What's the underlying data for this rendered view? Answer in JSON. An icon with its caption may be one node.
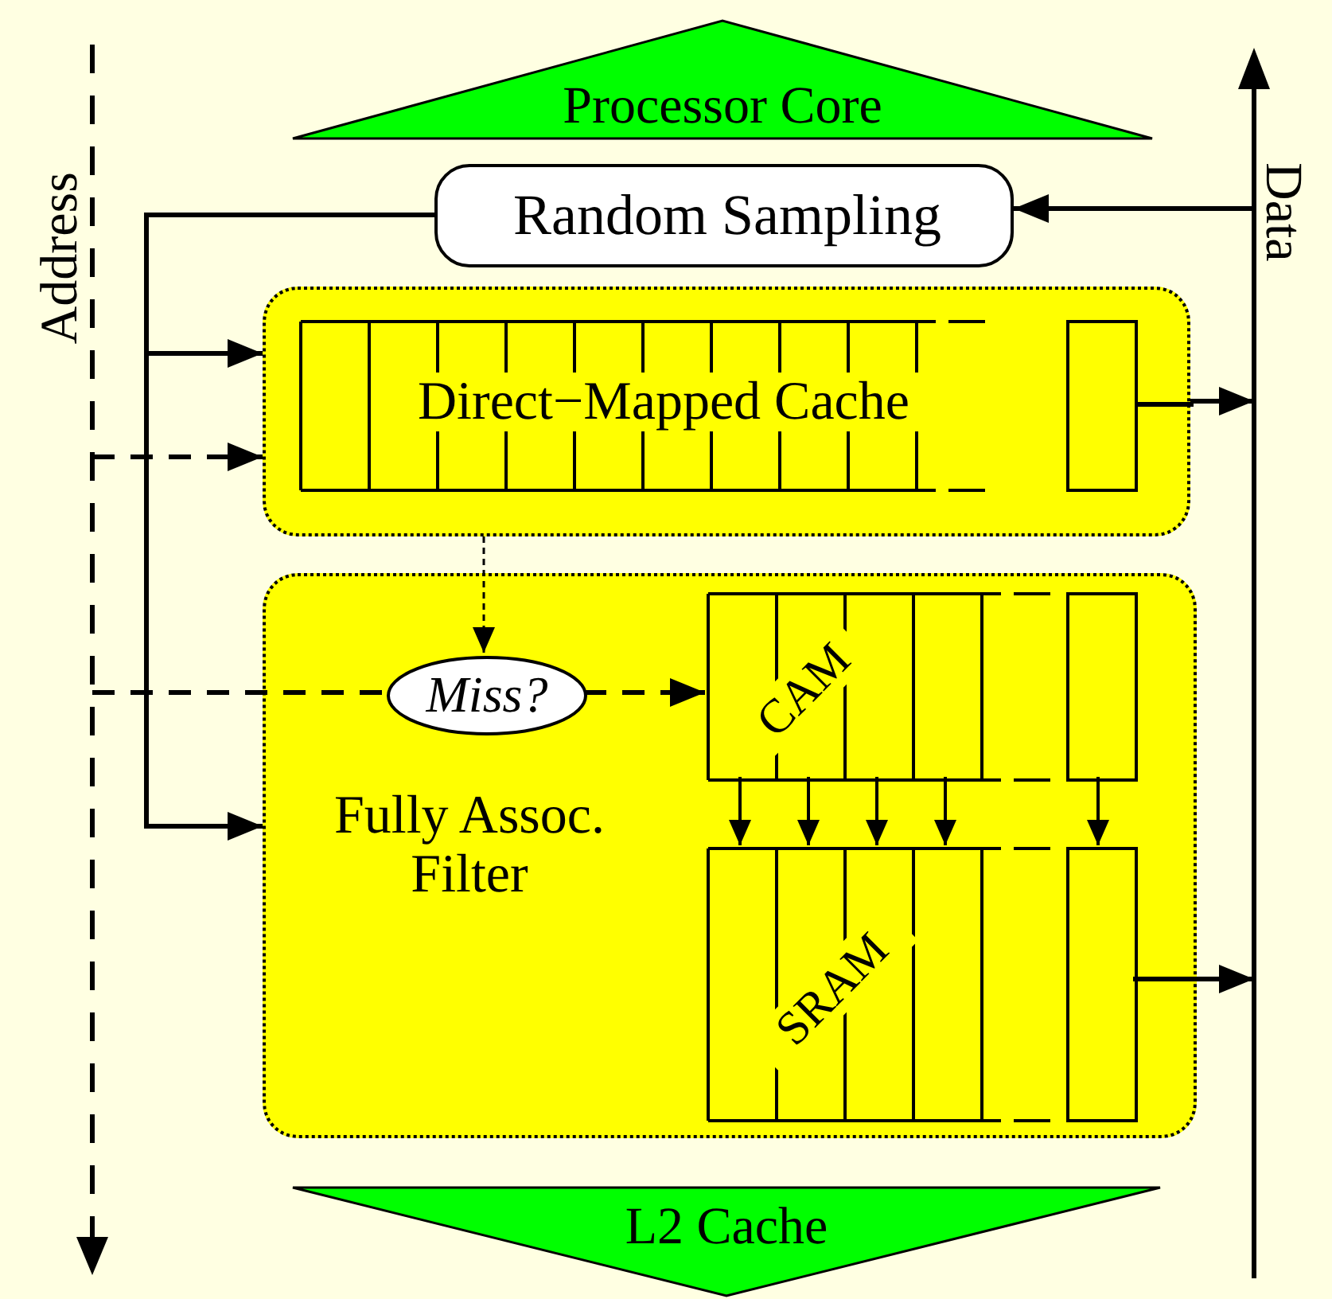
{
  "diagram": {
    "nodes": [
      {
        "text": [
          "Processor Core"
        ]
      },
      {
        "text": [
          "Random Sampling"
        ]
      },
      {
        "text": [
          "Direct−Mapped Cache"
        ]
      },
      {
        "text": [
          "Fully Assoc. Filter"
        ]
      },
      {
        "text": [
          "Miss?"
        ],
        "in": 3
      },
      {
        "text": [
          "CAM"
        ],
        "in": 3
      },
      {
        "text": [
          "SRAM"
        ],
        "in": 3
      },
      {
        "text": [
          "L2 Cache"
        ]
      },
      {
        "text": [
          "Address"
        ]
      },
      {
        "text": [
          "Data"
        ]
      }
    ],
    "edges": [
      {
        "from": 1,
        "to": 2,
        "arrow": "to"
      },
      {
        "from": 1,
        "to": 3,
        "arrow": "to"
      },
      {
        "from": 8,
        "to": 2,
        "arrow": "to",
        "style": "dashed"
      },
      {
        "from": 8,
        "to": 4,
        "arrow": "none",
        "style": "dashed"
      },
      {
        "from": 4,
        "to": 5,
        "arrow": "to",
        "style": "dashed"
      },
      {
        "from": 2,
        "to": 4,
        "arrow": "to",
        "style": "dashed"
      },
      {
        "from": 2,
        "to": 9,
        "arrow": "to"
      },
      {
        "from": 6,
        "to": 9,
        "arrow": "to"
      },
      {
        "from": 9,
        "to": 1,
        "arrow": "to"
      },
      {
        "from": 5,
        "to": 6,
        "arrow": "to"
      },
      {
        "from": 5,
        "to": 6,
        "arrow": "to"
      },
      {
        "from": 5,
        "to": 6,
        "arrow": "to"
      },
      {
        "from": 5,
        "to": 6,
        "arrow": "to"
      },
      {
        "from": 5,
        "to": 6,
        "arrow": "to"
      }
    ]
  }
}
